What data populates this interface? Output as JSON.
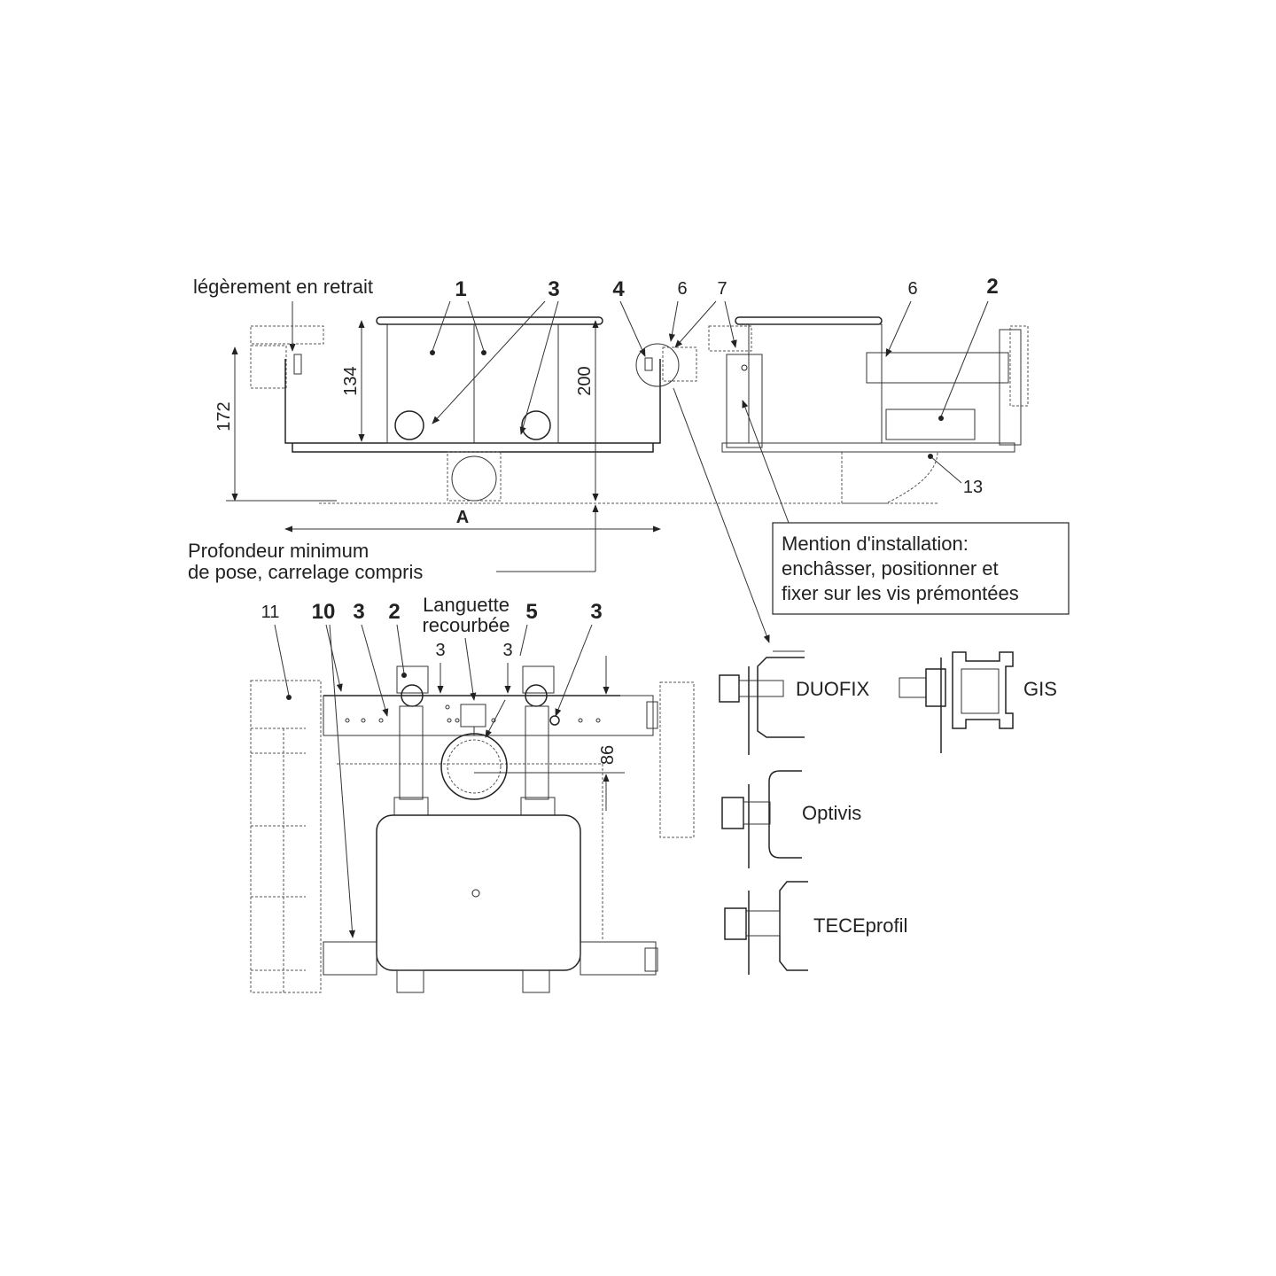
{
  "top_left_view": {
    "note_recess": "légèrement en retrait",
    "callout_1": "1",
    "callout_3": "3",
    "dim_134": "134",
    "dim_200": "200",
    "dim_172": "172",
    "dim_A": "A",
    "note_depth_line1": "Profondeur minimum",
    "note_depth_line2": "de pose, carrelage compris"
  },
  "top_right_view": {
    "callout_4": "4",
    "callout_6a": "6",
    "callout_7": "7",
    "callout_6b": "6",
    "callout_2": "2",
    "callout_13": "13"
  },
  "installation_note": {
    "line1": "Mention d'installation:",
    "line2": "enchâsser, positionner et",
    "line3": "fixer sur les vis prémontées"
  },
  "bottom_view": {
    "callout_11": "11",
    "callout_10": "10",
    "callout_3a": "3",
    "callout_2": "2",
    "tab_line1": "Languette",
    "tab_line2": "recourbée",
    "callout_5": "5",
    "callout_3b": "3",
    "dim_3a": "3",
    "dim_3b": "3",
    "dim_86": "86"
  },
  "systems": {
    "duofix": "DUOFIX",
    "gis": "GIS",
    "optivis": "Optivis",
    "teceprofil": "TECEprofil"
  }
}
